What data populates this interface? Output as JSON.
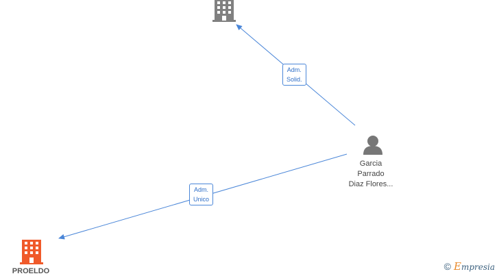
{
  "diagram": {
    "person": {
      "lines": [
        "Garcia",
        "Parrado",
        "Diaz Flores..."
      ]
    },
    "company_bottom": {
      "label": "PROELDO"
    },
    "edges": [
      {
        "label_lines": [
          "Adm.",
          "Solid."
        ]
      },
      {
        "label_lines": [
          "Adm.",
          "Unico"
        ]
      }
    ],
    "colors": {
      "edge": "#4a86d8",
      "company_top": "#808080",
      "company_bottom": "#f05a2a",
      "person": "#777777"
    }
  },
  "brand": {
    "copyright": "©",
    "initial": "E",
    "rest": "mpresia"
  }
}
